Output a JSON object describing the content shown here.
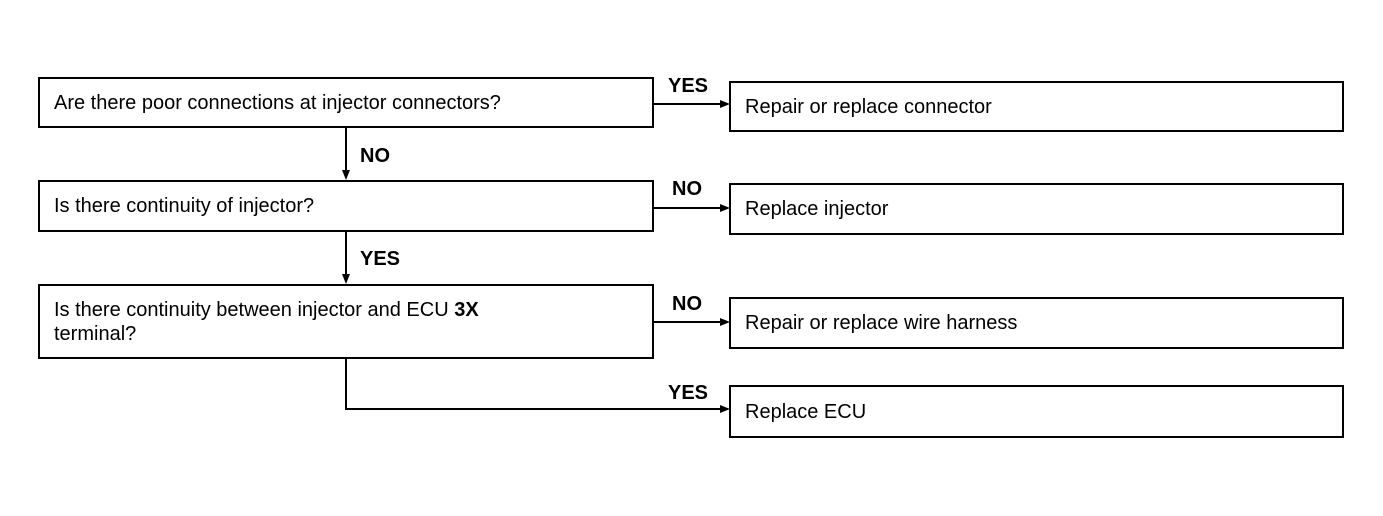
{
  "questions": [
    {
      "text": "Are there poor connections at injector connectors?"
    },
    {
      "text": "Is there continuity of injector?"
    },
    {
      "text_before": "Is there continuity between injector and ECU ",
      "text_bold": "3X",
      "text_after": "terminal?"
    }
  ],
  "actions": [
    {
      "text": "Repair or replace connector"
    },
    {
      "text": "Replace injector"
    },
    {
      "text": "Repair or replace wire harness"
    },
    {
      "text": "Replace ECU"
    }
  ],
  "labels": {
    "q1_to_a1": "YES",
    "q1_to_q2": "NO",
    "q2_to_a2": "NO",
    "q2_to_q3": "YES",
    "q3_to_a3": "NO",
    "q3_to_a4": "YES"
  }
}
